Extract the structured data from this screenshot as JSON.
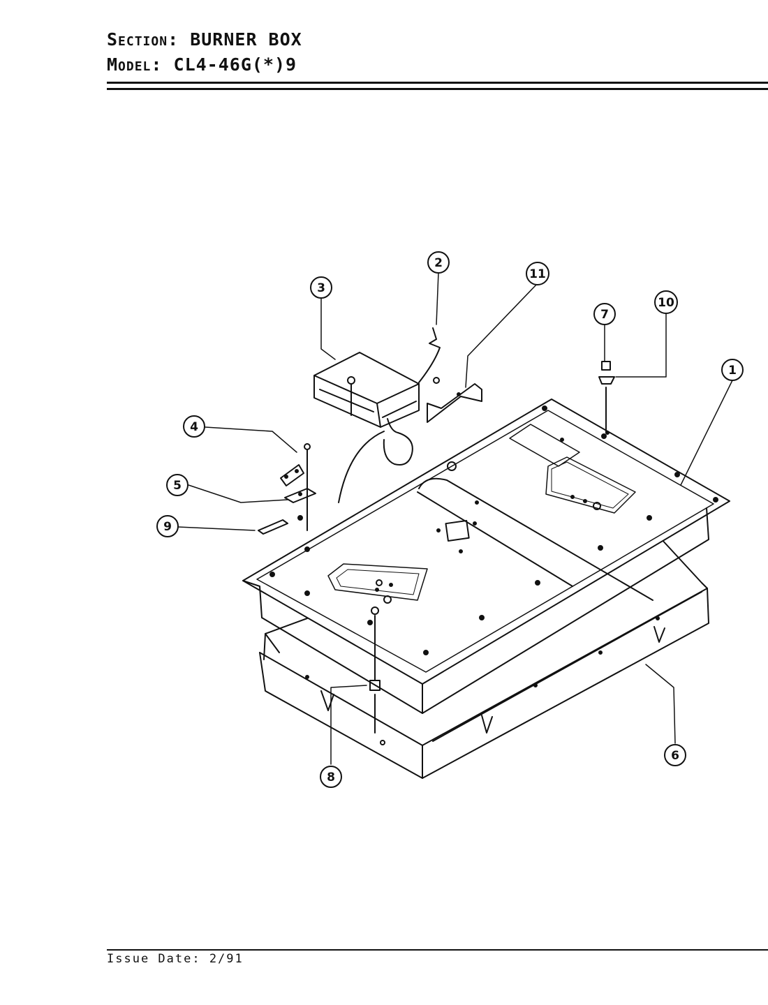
{
  "header": {
    "section_label": "Section:",
    "section_value": "BURNER BOX",
    "model_label": "Model:",
    "model_value": "CL4-46G(*)9"
  },
  "footer": {
    "issue_date": "Issue Date: 2/91"
  },
  "callouts": [
    "1",
    "2",
    "3",
    "4",
    "5",
    "6",
    "7",
    "8",
    "9",
    "10",
    "11"
  ]
}
